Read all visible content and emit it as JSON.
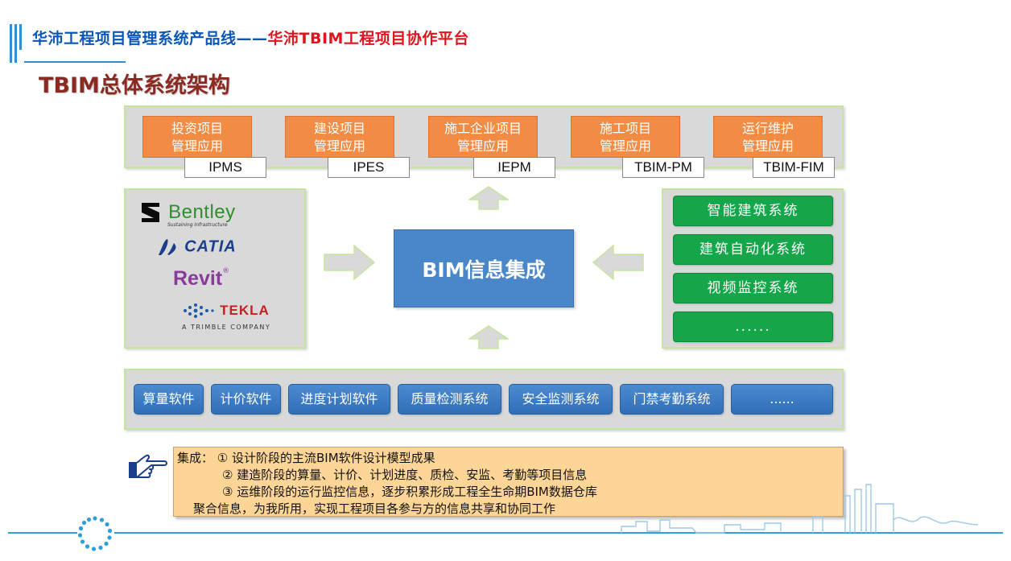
{
  "header": {
    "title_part1": "华沛工程项目管理系统产品线——",
    "title_part2": "华沛TBIM工程项目协作平台"
  },
  "subtitle": "TBIM总体系统架构",
  "applications": [
    {
      "line1": "投资项目",
      "line2": "管理应用",
      "tag": "IPMS"
    },
    {
      "line1": "建设项目",
      "line2": "管理应用",
      "tag": "IPES"
    },
    {
      "line1": "施工企业项目",
      "line2": "管理应用",
      "tag": "IEPM"
    },
    {
      "line1": "施工项目",
      "line2": "管理应用",
      "tag": "TBIM-PM"
    },
    {
      "line1": "运行维护",
      "line2": "管理应用",
      "tag": "TBIM-FIM"
    }
  ],
  "core": "BIM信息集成",
  "vendors": {
    "bentley": "Bentley",
    "bentley_tagline": "Sustaining Infrastructure",
    "catia": "CATIA",
    "revit": "Revit",
    "tekla": "TEKLA",
    "tekla_tagline": "A TRIMBLE COMPANY"
  },
  "systems": [
    "智能建筑系统",
    "建筑自动化系统",
    "视频监控系统",
    "......"
  ],
  "software": [
    "算量软件",
    "计价软件",
    "进度计划软件",
    "质量检测系统",
    "安全监测系统",
    "门禁考勤系统",
    "......"
  ],
  "note": {
    "line1": "集成：  ① 设计阶段的主流BIM软件设计模型成果",
    "line2": "② 建造阶段的算量、计价、计划进度、质检、安监、考勤等项目信息",
    "line3": "③ 运维阶段的运行监控信息，逐步积累形成工程全生命期BIM数据仓库",
    "line4": "聚合信息，为我所用，实现工程项目各参与方的信息共享和协同工作"
  },
  "colors": {
    "app_orange": "#f28c45",
    "core_blue": "#4a87c9",
    "system_green": "#15a64a",
    "software_blue": "#3a7cc4",
    "note_bg": "#fcd597",
    "header_blue": "#0a57b8",
    "header_red": "#e0141e"
  }
}
